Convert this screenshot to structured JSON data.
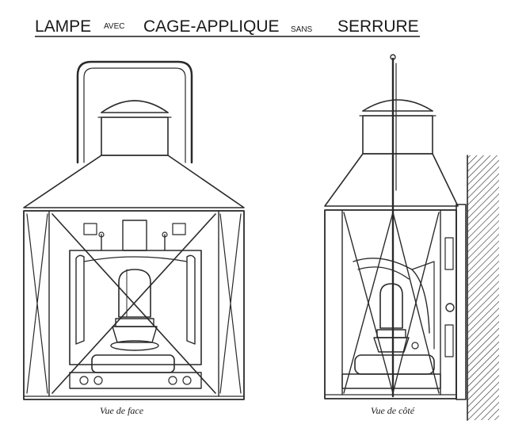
{
  "title": {
    "word_lampe": "LAMPE",
    "word_avec": "AVEC",
    "word_cage": "CAGE-APPLIQUE",
    "word_sans": "SANS",
    "word_serrure": "SERRURE"
  },
  "captions": {
    "front": "Vue de face",
    "side": "Vue de côté"
  },
  "colors": {
    "ink": "#2a2a2a",
    "paper": "#ffffff"
  }
}
